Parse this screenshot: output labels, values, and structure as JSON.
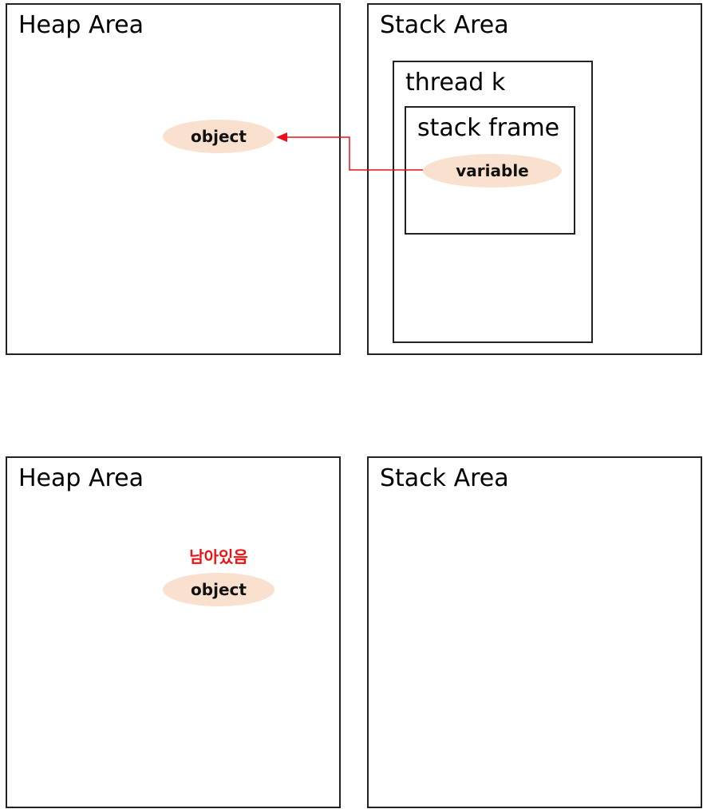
{
  "colors": {
    "oval_fill": "#f9e0cf",
    "arrow": "#e8101a",
    "note": "#ee1111",
    "border": "#222222"
  },
  "before": {
    "heap": {
      "title": "Heap Area",
      "object_label": "object"
    },
    "stack": {
      "title": "Stack Area",
      "thread": {
        "title": "thread k",
        "frame": {
          "title": "stack frame",
          "variable_label": "variable"
        }
      }
    }
  },
  "after": {
    "heap": {
      "title": "Heap Area",
      "note": "남아있음",
      "object_label": "object"
    },
    "stack": {
      "title": "Stack Area"
    }
  }
}
